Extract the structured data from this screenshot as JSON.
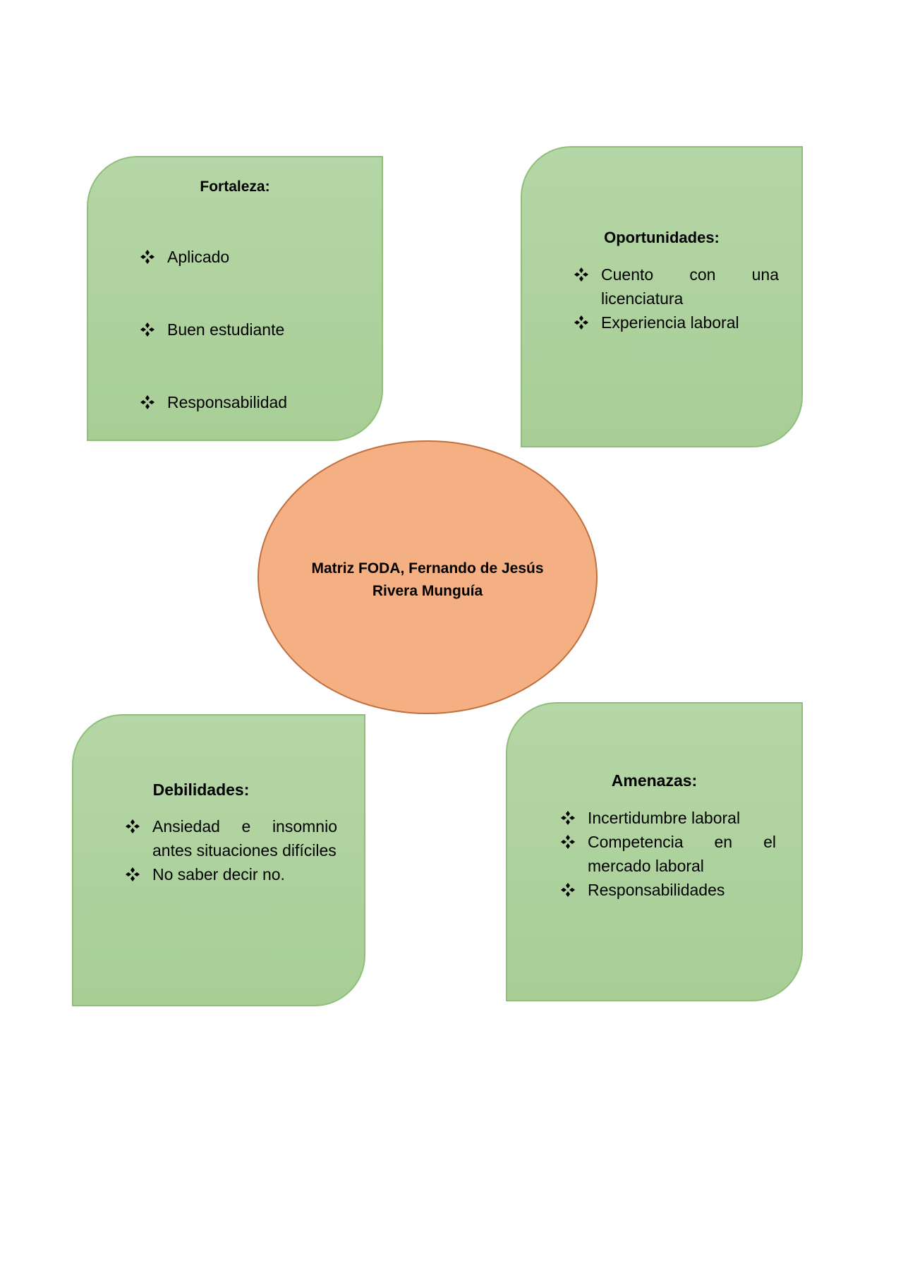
{
  "center": {
    "title": "Matriz FODA, Fernando de Jesús Rivera Munguía"
  },
  "fortaleza": {
    "title": "Fortaleza:",
    "items": [
      "Aplicado",
      "Buen estudiante",
      "Responsabilidad"
    ]
  },
  "oportunidades": {
    "title": "Oportunidades:",
    "items": [
      "Cuento con una licenciatura",
      "Experiencia laboral"
    ]
  },
  "debilidades": {
    "title": "Debilidades:",
    "items": [
      "Ansiedad e insomnio antes situaciones difíciles",
      "No saber decir no."
    ]
  },
  "amenazas": {
    "title": "Amenazas:",
    "items": [
      "Incertidumbre laboral",
      "Competencia en el mercado laboral",
      "Responsabilidades"
    ]
  },
  "colors": {
    "box_fill": "#b5d6a6",
    "box_border": "#8fbf7a",
    "ellipse_fill": "#f4b083",
    "ellipse_border": "#c0703f"
  },
  "icons": {
    "bullet": "four-diamond-bullet-icon"
  }
}
